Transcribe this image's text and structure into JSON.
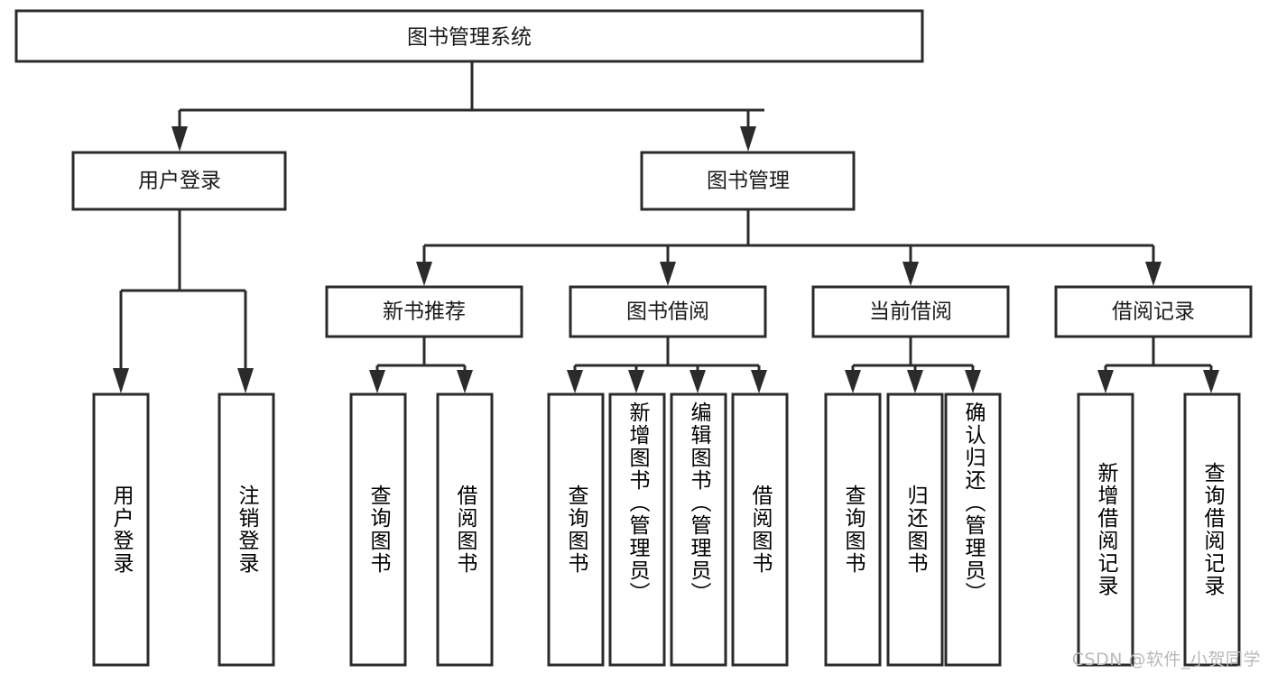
{
  "diagram": {
    "type": "hierarchy-tree",
    "title": "图书管理系统",
    "watermark": "CSDN @软件_小贺同学",
    "colors": {
      "stroke": "#2b2b2b",
      "fill": "#ffffff",
      "text": "#1a1a1a",
      "watermark": "#b9b9b9",
      "background": "#ffffff"
    },
    "levels": {
      "root": "图书管理系统",
      "level2": [
        "用户登录",
        "图书管理"
      ],
      "level3": [
        "新书推荐",
        "图书借阅",
        "当前借阅",
        "借阅记录"
      ]
    },
    "nodes": {
      "root": {
        "label": "图书管理系统"
      },
      "user_login": {
        "label": "用户登录"
      },
      "book_manage": {
        "label": "图书管理"
      },
      "new_book_rec": {
        "label": "新书推荐"
      },
      "book_borrow": {
        "label": "图书借阅"
      },
      "current_borrow": {
        "label": "当前借阅"
      },
      "borrow_record": {
        "label": "借阅记录"
      },
      "leaf_user_login": {
        "label": "用户登录"
      },
      "leaf_user_logout": {
        "label": "注销登录"
      },
      "leaf_rec_query": {
        "label": "查询图书"
      },
      "leaf_rec_borrow": {
        "label": "借阅图书"
      },
      "leaf_borrow_query": {
        "label": "查询图书"
      },
      "leaf_borrow_add": {
        "label": "新增图书（管理员）"
      },
      "leaf_borrow_edit": {
        "label": "编辑图书（管理员）"
      },
      "leaf_borrow_lend": {
        "label": "借阅图书"
      },
      "leaf_cur_query": {
        "label": "查询图书"
      },
      "leaf_cur_return": {
        "label": "归还图书"
      },
      "leaf_cur_confirm": {
        "label": "确认归还（管理员）"
      },
      "leaf_rec_add": {
        "label": "新增借阅记录"
      },
      "leaf_rec_search": {
        "label": "查询借阅记录"
      }
    }
  }
}
